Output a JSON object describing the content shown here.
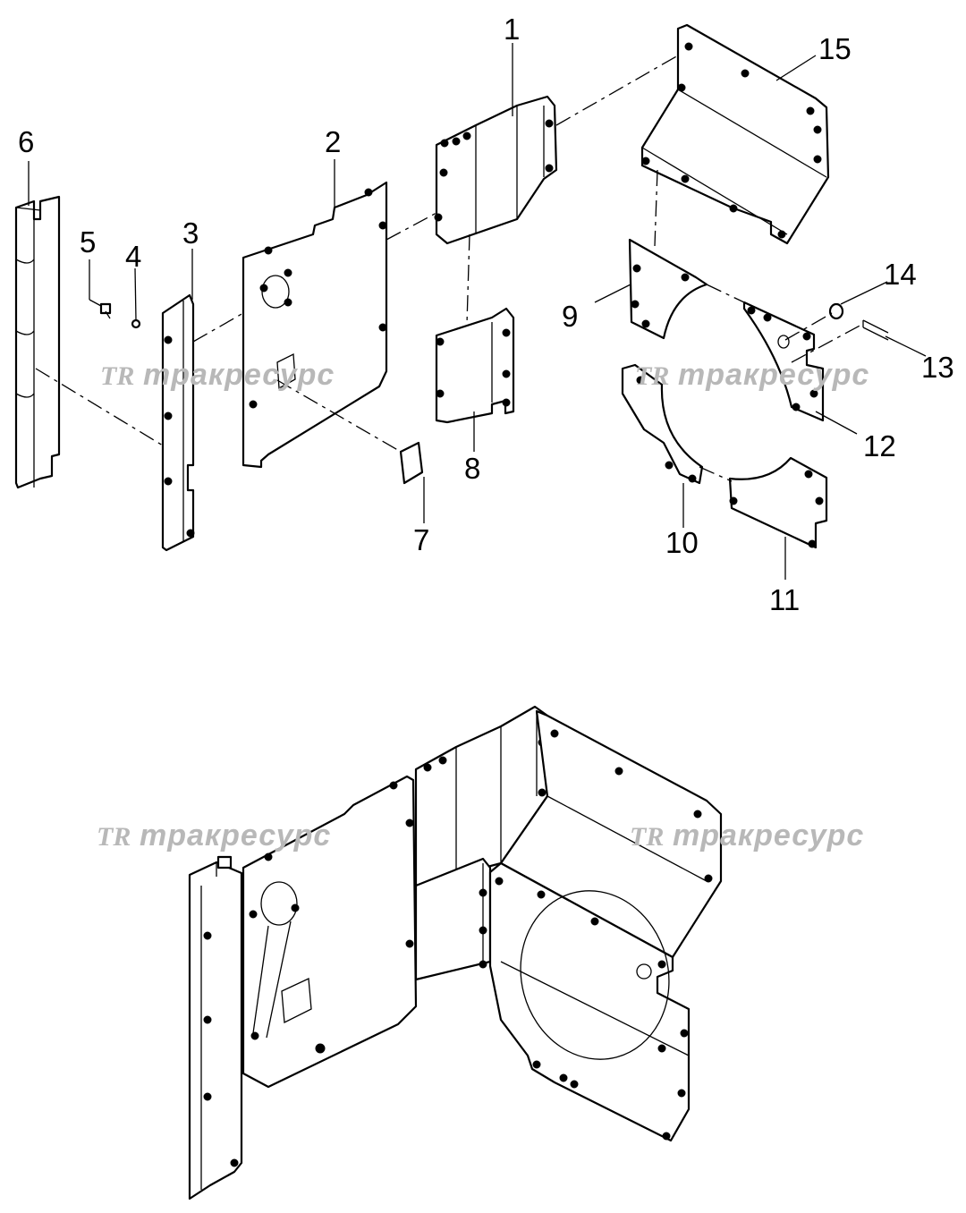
{
  "callouts": [
    {
      "id": "1",
      "label": "1"
    },
    {
      "id": "2",
      "label": "2"
    },
    {
      "id": "3",
      "label": "3"
    },
    {
      "id": "4",
      "label": "4"
    },
    {
      "id": "5",
      "label": "5"
    },
    {
      "id": "6",
      "label": "6"
    },
    {
      "id": "7",
      "label": "7"
    },
    {
      "id": "8",
      "label": "8"
    },
    {
      "id": "9",
      "label": "9"
    },
    {
      "id": "10",
      "label": "10"
    },
    {
      "id": "11",
      "label": "11"
    },
    {
      "id": "12",
      "label": "12"
    },
    {
      "id": "13",
      "label": "13"
    },
    {
      "id": "14",
      "label": "14"
    },
    {
      "id": "15",
      "label": "15"
    }
  ],
  "watermark": {
    "logo": "TR",
    "text": "тракресурс"
  },
  "colors": {
    "line": "#000000",
    "watermark": "#b8b8b8",
    "background": "#ffffff"
  }
}
